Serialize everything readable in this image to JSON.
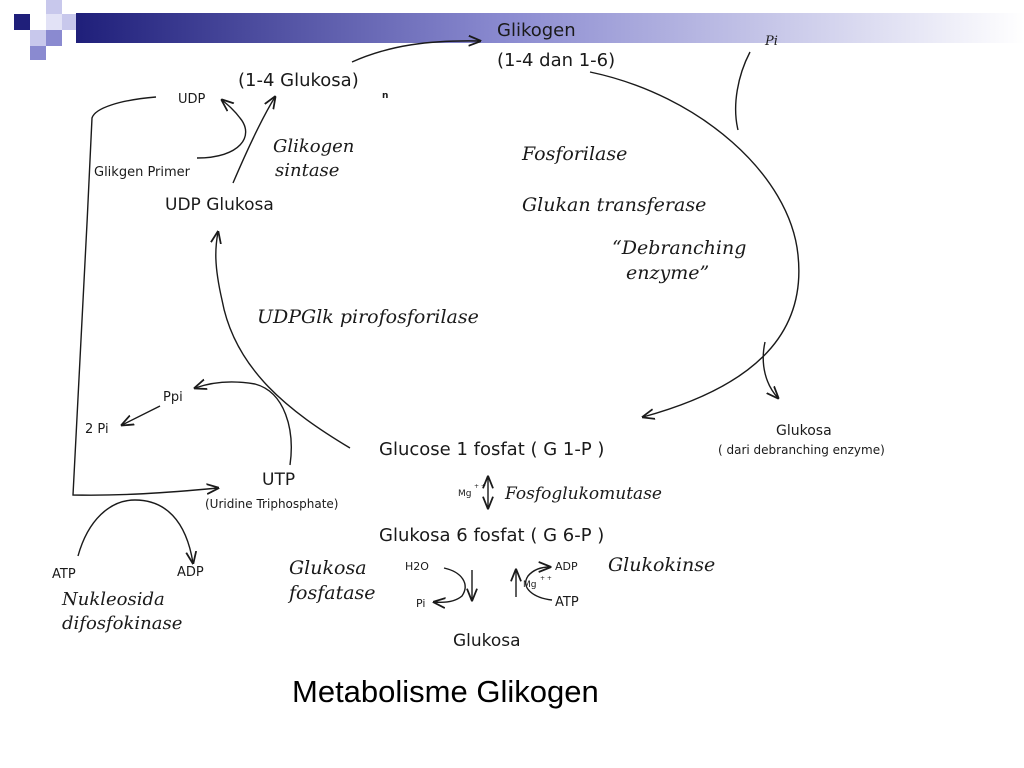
{
  "colors": {
    "deco_dark": "#1f1f7a",
    "deco_mid": "#8a8ad0",
    "deco_light": "#c8c8ec",
    "ink": "#1a1a1a"
  },
  "slide": {
    "title": "Metabolisme Glikogen"
  },
  "nodes": {
    "glikogen": "Glikogen",
    "glikogen_bond": "(1-4 dan 1-6)",
    "glukosa_chain": "(1-4 Glukosa)",
    "glukosa_chain_sub": "n",
    "udp": "UDP",
    "glikogen_primer": "Glikgen Primer",
    "udp_glukosa": "UDP Glukosa",
    "ppi": "Ppi",
    "two_pi": "2 Pi",
    "utp": "UTP",
    "utp_full": "(Uridine Triphosphate)",
    "atp_left": "ATP",
    "adp_left": "ADP",
    "pi_top": "Pi",
    "g1p": "Glucose 1 fosfat  ( G 1-P )",
    "mg_1": "Mg",
    "mg_1_sup": "+ +",
    "g6p": "Glukosa 6 fosfat ( G 6-P )",
    "h2o": "H2O",
    "pi_bottom": "Pi",
    "adp_right": "ADP",
    "mg_2": "Mg",
    "mg_2_sup": "+ +",
    "atp_right": "ATP",
    "glukosa_bottom": "Glukosa",
    "glukosa_debranch": "Glukosa",
    "glukosa_debranch_note": "( dari debranching enzyme)"
  },
  "enzymes": {
    "glikogen_sintase_1": "Glikogen",
    "glikogen_sintase_2": "sintase",
    "fosforilase": "Fosforilase",
    "glukan_transferase": "Glukan transferase",
    "debranching_1": "“Debranching",
    "debranching_2": "enzyme”",
    "udpglk": "UDPGlk pirofosforilase",
    "fosfoglukomutase": "Fosfoglukomutase",
    "glukosa_fosfatase_1": "Glukosa",
    "glukosa_fosfatase_2": "fosfatase",
    "glukokinse": "Glukokinse",
    "nukleosida_1": "Nukleosida",
    "nukleosida_2": "difosfokinase"
  }
}
